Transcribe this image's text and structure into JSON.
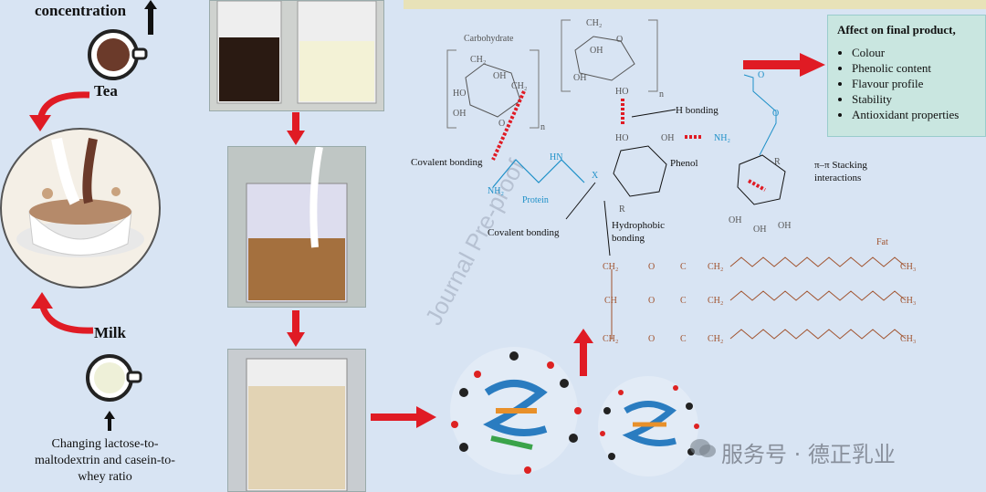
{
  "left": {
    "concentration_label": "concentration",
    "tea_label": "Tea",
    "milk_label": "Milk",
    "ratio_caption": [
      "Changing lactose-to-",
      "maltodextrin and casein-to-",
      "whey ratio"
    ]
  },
  "effects": {
    "heading": "Affect on final product,",
    "items": [
      "Colour",
      "Phenolic content",
      "Flavour profile",
      "Stability",
      "Antioxidant properties"
    ]
  },
  "diagram": {
    "carbohydrate": "Carbohydrate",
    "protein": "Protein",
    "phenol": "Phenol",
    "fat": "Fat",
    "h_bonding": "H bonding",
    "covalent_bonding_1": "Covalent bonding",
    "covalent_bonding_2": "Covalent bonding",
    "hydrophobic": [
      "Hydrophobic",
      "bonding"
    ],
    "pi_stacking": [
      "π–π Stacking",
      "interactions"
    ],
    "sub_n": "n",
    "hn": "HN",
    "nh2": "NH₂",
    "x": "X",
    "r": "R",
    "ho": "HO",
    "oh": "OH",
    "oh_lower": "OH",
    "o": "O",
    "ch2": "CH₂",
    "ch": "CH",
    "c": "C",
    "ch3": "CH₃"
  },
  "watermark": "Journal Pre-proof",
  "brand_watermark": "服务号 · 德正乳业",
  "colors": {
    "arrow": "#e01b24",
    "accent_blue": "#1e90c8",
    "fat_brown": "#a0522d",
    "background": "#d8e4f3"
  }
}
